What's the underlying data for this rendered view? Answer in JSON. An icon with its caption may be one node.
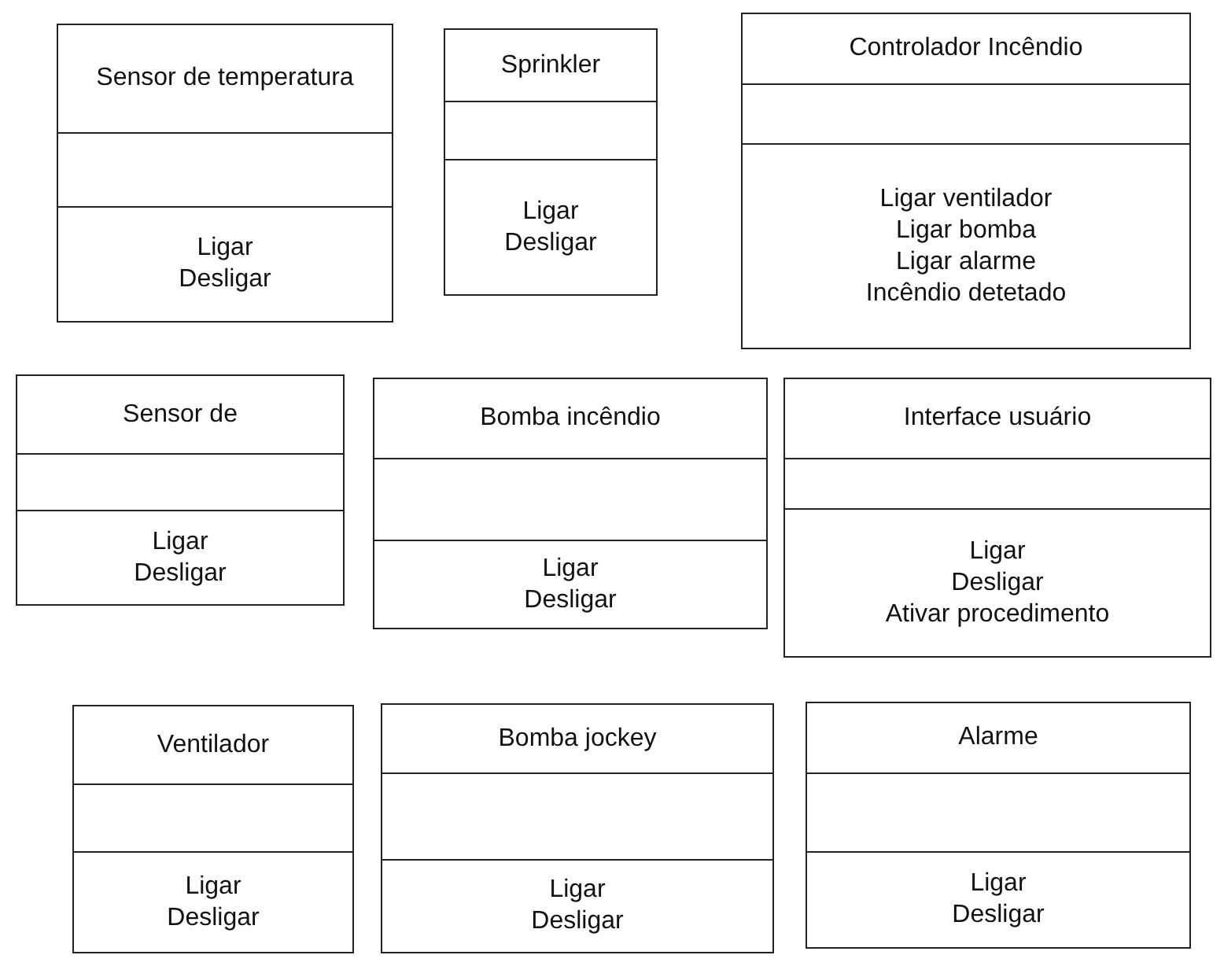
{
  "diagram": {
    "nodes": [
      {
        "text": [
          "Sensor de temperatura",
          "Ligar",
          "Desligar"
        ]
      },
      {
        "text": [
          "Sprinkler",
          "Ligar",
          "Desligar"
        ]
      },
      {
        "text": [
          "Controlador Incêndio",
          "Ligar ventilador",
          "Ligar bomba",
          "Ligar alarme",
          "Incêndio detetado"
        ]
      },
      {
        "text": [
          "Sensor de",
          "Ligar",
          "Desligar"
        ]
      },
      {
        "text": [
          "Bomba incêndio",
          "Ligar",
          "Desligar"
        ]
      },
      {
        "text": [
          "Interface usuário",
          "Ligar",
          "Desligar",
          "Ativar procedimento"
        ]
      },
      {
        "text": [
          "Ventilador",
          "Ligar",
          "Desligar"
        ]
      },
      {
        "text": [
          "Bomba jockey",
          "Ligar",
          "Desligar"
        ]
      },
      {
        "text": [
          "Alarme",
          "Ligar",
          "Desligar"
        ]
      }
    ]
  }
}
